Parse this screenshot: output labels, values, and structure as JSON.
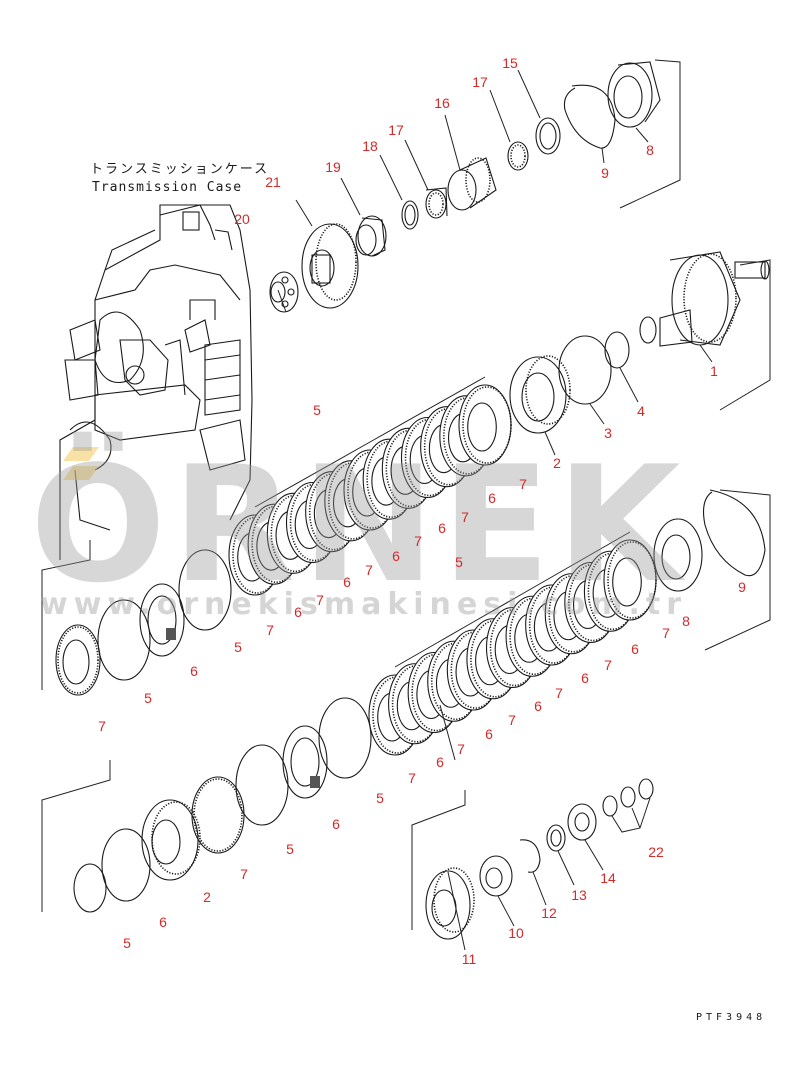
{
  "case_label": {
    "jp": "トランスミッションケース",
    "en": "Transmission Case"
  },
  "watermark": {
    "logo": "ÖRNEK",
    "url": "www.ornekismakinesi.com.tr"
  },
  "reference_code": "PTF3948",
  "callouts": {
    "c1": "1",
    "c2a": "2",
    "c2b": "2",
    "c3": "3",
    "c4": "4",
    "c5a": "5",
    "c5b": "5",
    "c5c": "5",
    "c5d": "5",
    "c5e": "5",
    "c5f": "5",
    "c5g": "5",
    "c6a": "6",
    "c6b": "6",
    "c6c": "6",
    "c6d": "6",
    "c6e": "6",
    "c6f": "6",
    "c6g": "6",
    "c6h": "6",
    "c6i": "6",
    "c6j": "6",
    "c6k": "6",
    "c6l": "6",
    "c6m": "6",
    "c7a": "7",
    "c7b": "7",
    "c7c": "7",
    "c7d": "7",
    "c7e": "7",
    "c7f": "7",
    "c7g": "7",
    "c7h": "7",
    "c7i": "7",
    "c7j": "7",
    "c7k": "7",
    "c7l": "7",
    "c7m": "7",
    "c7n": "7",
    "c8a": "8",
    "c8b": "8",
    "c9a": "9",
    "c9b": "9",
    "c10": "10",
    "c11": "11",
    "c12": "12",
    "c13": "13",
    "c14": "14",
    "c15": "15",
    "c16": "16",
    "c17a": "17",
    "c17b": "17",
    "c18": "18",
    "c19": "19",
    "c20": "20",
    "c21": "21",
    "c22": "22"
  }
}
